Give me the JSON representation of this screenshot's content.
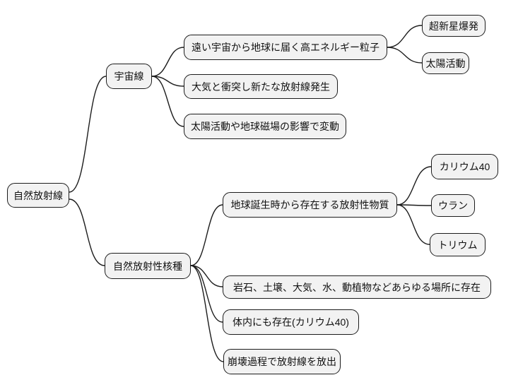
{
  "diagram_type": "mindmap",
  "colors": {
    "background": "#ffffff",
    "node_fill": "#f2f2f2",
    "node_border": "#1c1c1c",
    "connector": "#1c1c1c",
    "text": "#111111"
  },
  "mindmap": {
    "root": {
      "label": "自然放射線"
    },
    "branches": [
      {
        "label": "宇宙線",
        "children": [
          {
            "label": "遠い宇宙から地球に届く高エネルギー粒子",
            "children": [
              {
                "label": "超新星爆発"
              },
              {
                "label": "太陽活動"
              }
            ]
          },
          {
            "label": "大気と衝突し新たな放射線発生"
          },
          {
            "label": "太陽活動や地球磁場の影響で変動"
          }
        ]
      },
      {
        "label": "自然放射性核種",
        "children": [
          {
            "label": "地球誕生時から存在する放射性物質",
            "children": [
              {
                "label": "カリウム40"
              },
              {
                "label": "ウラン"
              },
              {
                "label": "トリウム"
              }
            ]
          },
          {
            "label": "岩石、土壌、大気、水、動植物などあらゆる場所に存在"
          },
          {
            "label": "体内にも存在(カリウム40)"
          },
          {
            "label": "崩壊過程で放射線を放出"
          }
        ]
      }
    ]
  }
}
